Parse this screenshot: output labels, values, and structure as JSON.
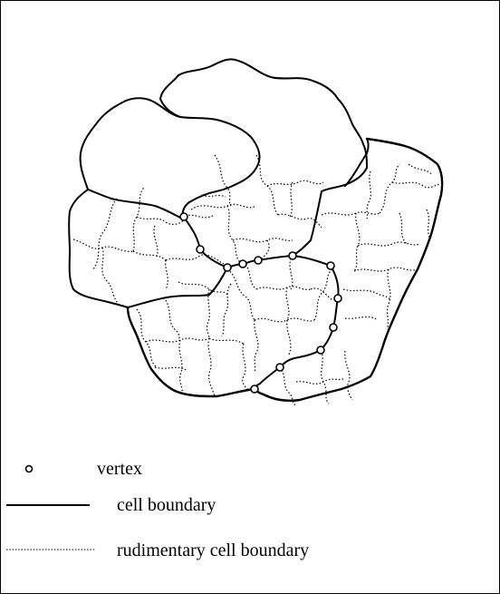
{
  "legend": {
    "vertex_label": "vertex",
    "cell_boundary_label": "cell boundary",
    "rudimentary_label": "rudimentary cell boundary"
  },
  "colors": {
    "stroke": "#000000",
    "background": "#ffffff"
  }
}
